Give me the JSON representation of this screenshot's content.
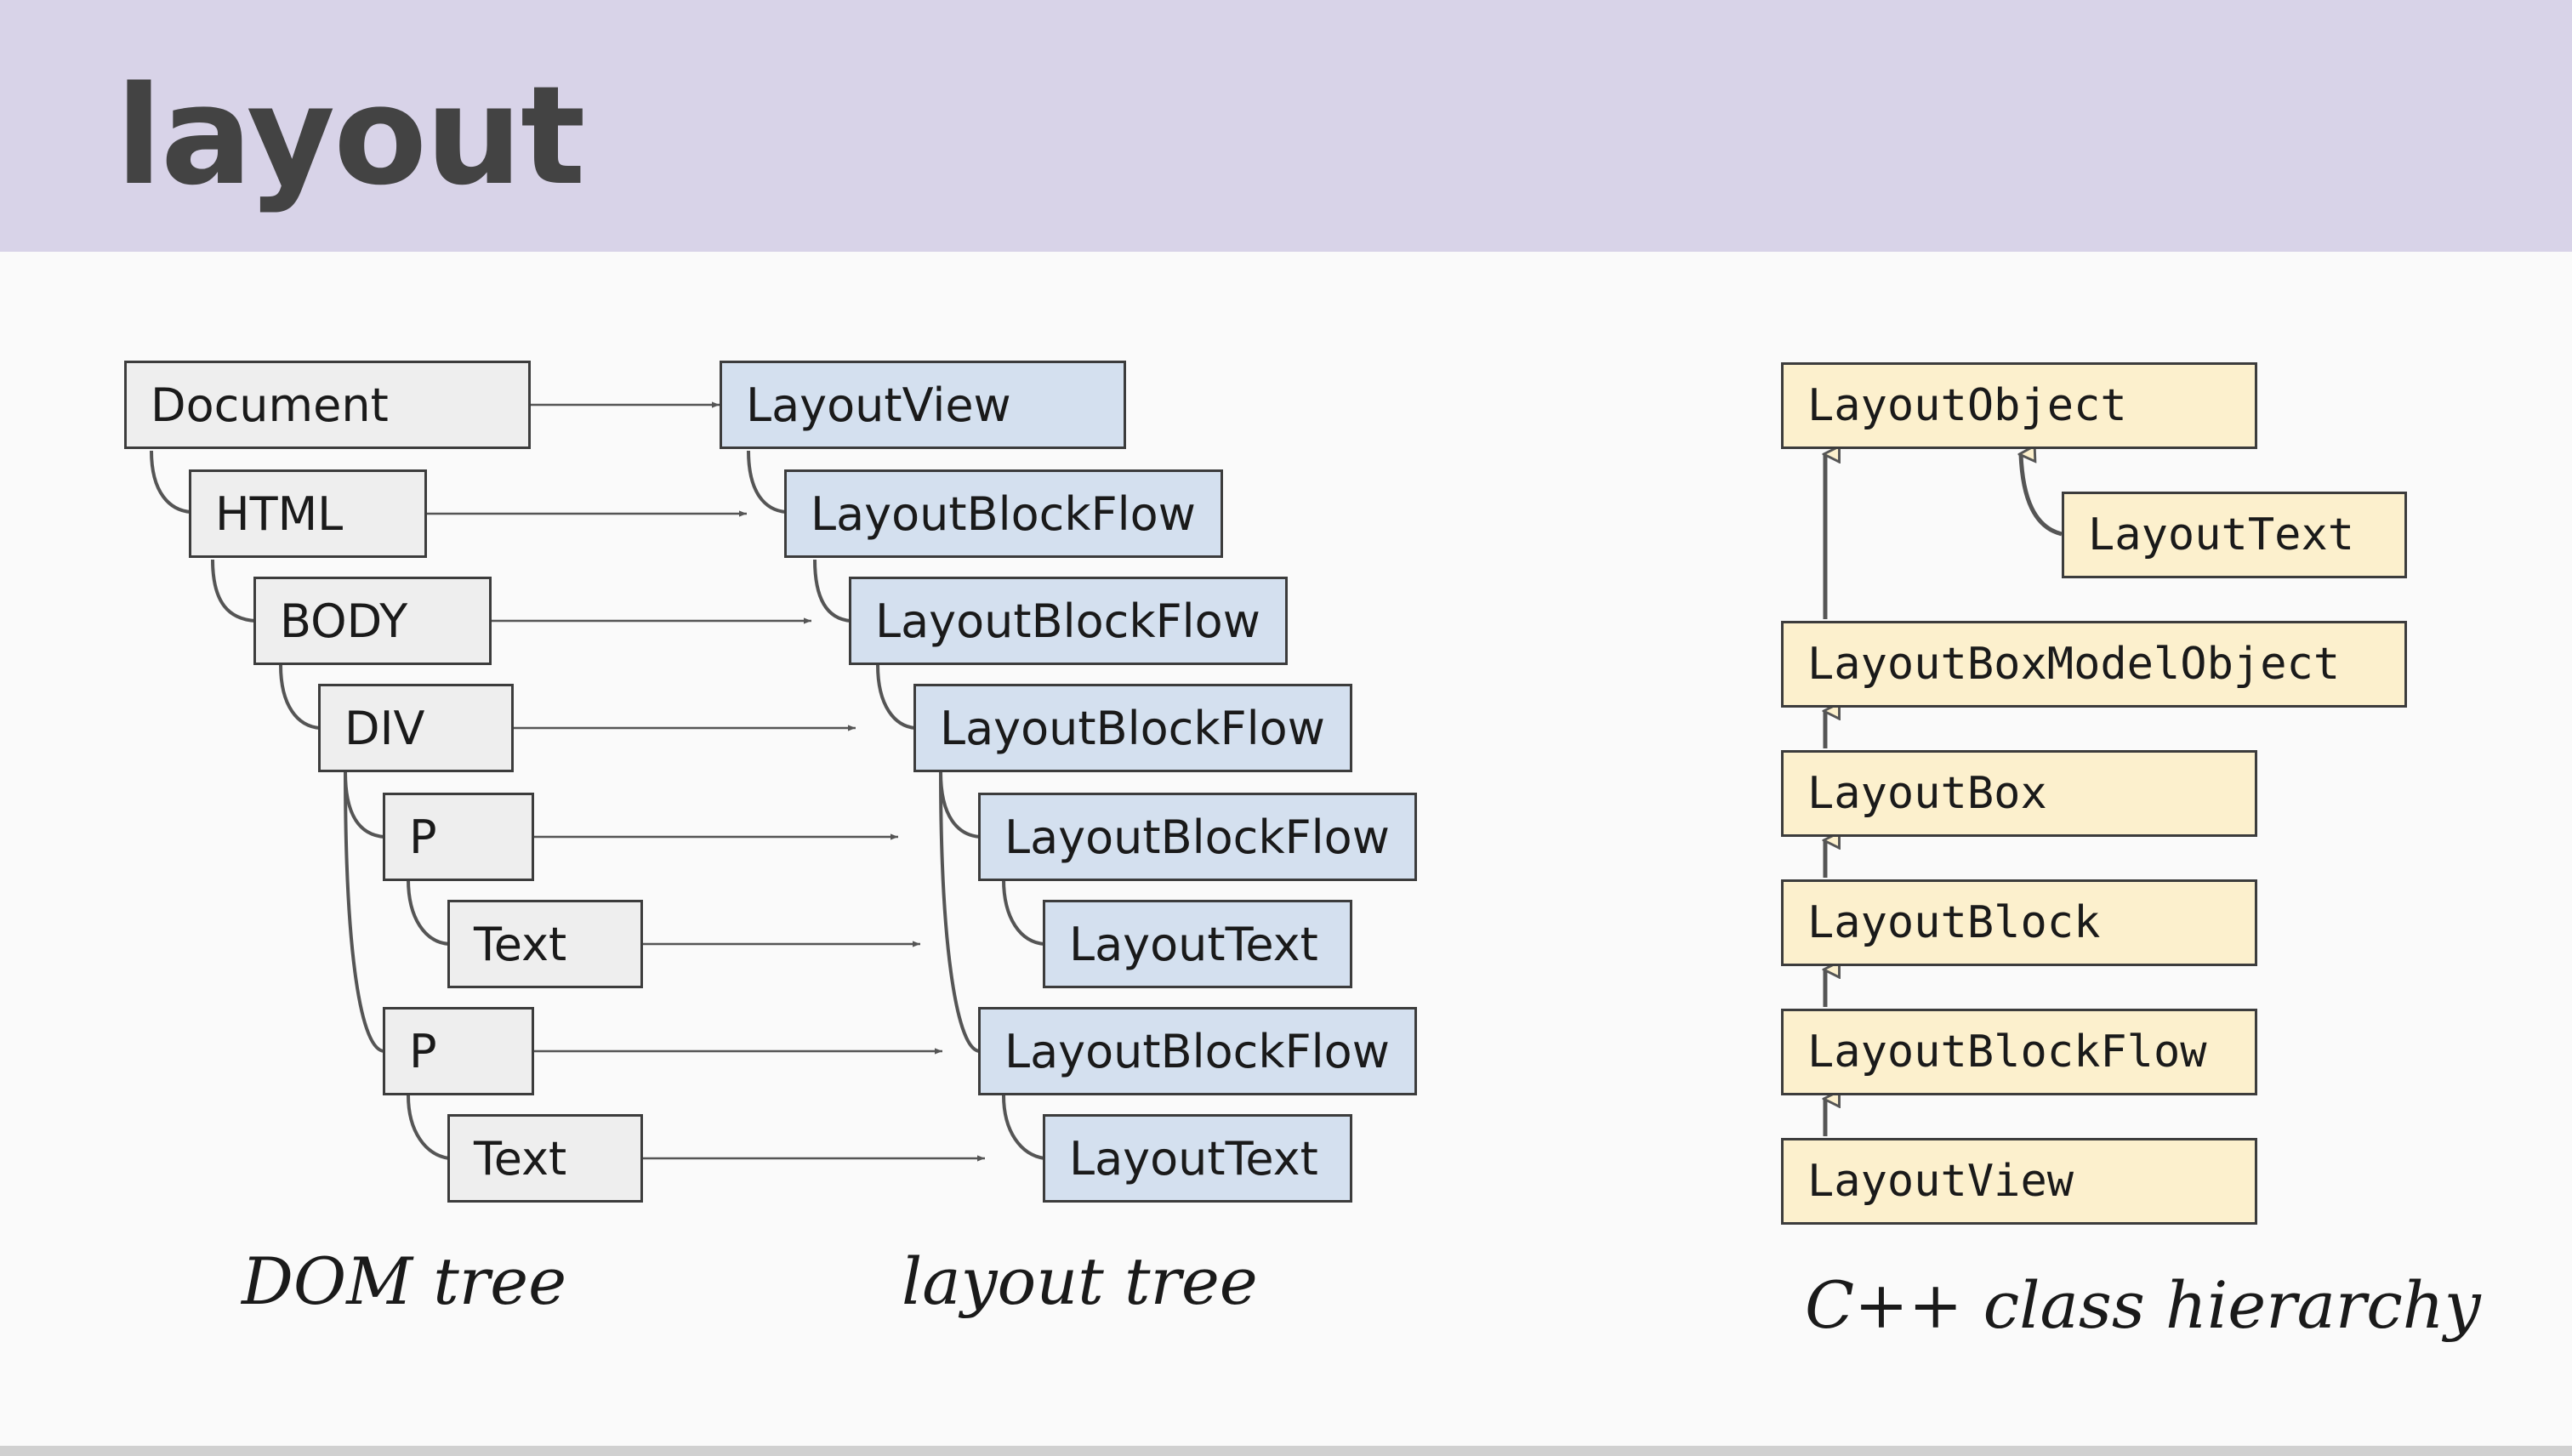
{
  "title": "layout",
  "colors": {
    "header_bg": "#d8d3e8",
    "dom_box": "#eeeeee",
    "layout_box": "#d4e0ef",
    "class_box": "#fcf0cd"
  },
  "dom_tree": [
    "Document",
    "HTML",
    "BODY",
    "DIV",
    "P",
    "Text",
    "P",
    "Text"
  ],
  "layout_tree": [
    "LayoutView",
    "LayoutBlockFlow",
    "LayoutBlockFlow",
    "LayoutBlockFlow",
    "LayoutBlockFlow",
    "LayoutText",
    "LayoutBlockFlow",
    "LayoutText"
  ],
  "class_hierarchy": [
    "LayoutObject",
    "LayoutText",
    "LayoutBoxModelObject",
    "LayoutBox",
    "LayoutBlock",
    "LayoutBlockFlow",
    "LayoutView"
  ],
  "captions": {
    "dom": "DOM tree",
    "layout": "layout tree",
    "classes": "C++ class hierarchy"
  }
}
